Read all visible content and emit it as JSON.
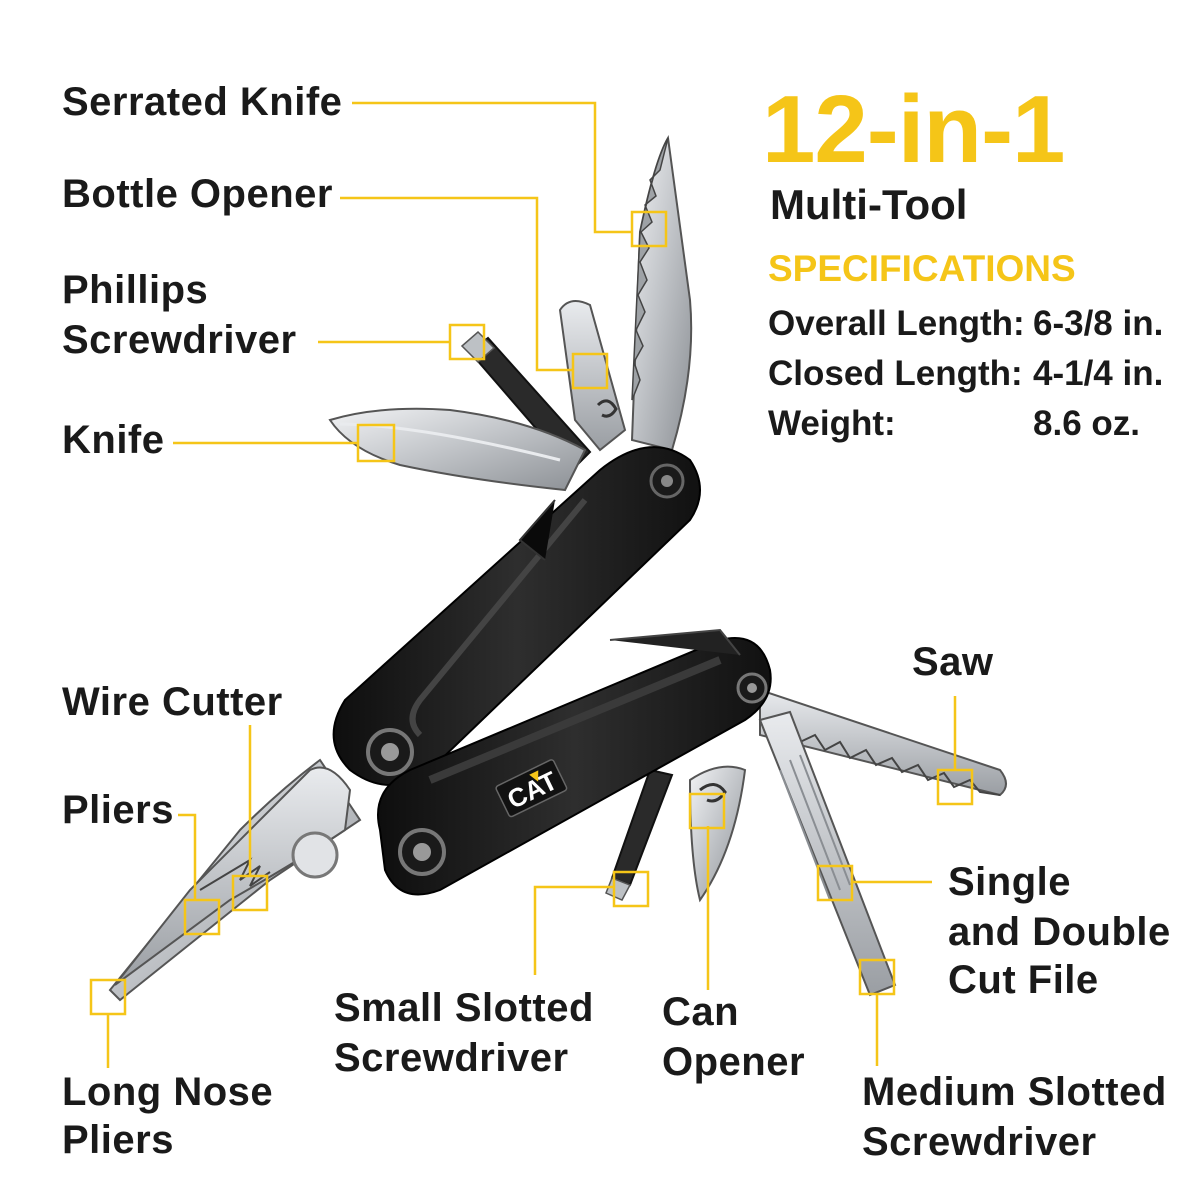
{
  "headline": {
    "title": "12-in-1",
    "subtitle": "Multi-Tool"
  },
  "specs": {
    "heading": "SPECIFICATIONS",
    "rows": [
      {
        "label": "Overall Length:",
        "value": "6-3/8 in."
      },
      {
        "label": "Closed Length:",
        "value": "4-1/4 in."
      },
      {
        "label": "Weight:",
        "value": "8.6 oz."
      }
    ]
  },
  "callouts": {
    "serrated_knife": "Serrated Knife",
    "bottle_opener": "Bottle Opener",
    "phillips_1": "Phillips",
    "phillips_2": "Screwdriver",
    "knife": "Knife",
    "wire_cutter": "Wire Cutter",
    "pliers": "Pliers",
    "long_nose_1": "Long Nose",
    "long_nose_2": "Pliers",
    "small_slotted_1": "Small Slotted",
    "small_slotted_2": "Screwdriver",
    "can_opener_1": "Can",
    "can_opener_2": "Opener",
    "saw": "Saw",
    "file_1": "Single",
    "file_2": "and Double",
    "file_3": "Cut File",
    "medium_slotted_1": "Medium Slotted",
    "medium_slotted_2": "Screwdriver"
  },
  "brand_logo": "CAT",
  "colors": {
    "accent": "#f5c518",
    "text": "#1a1a1a",
    "handle": "#1c1c1c",
    "steel": "#c9ccd0",
    "background": "#ffffff"
  }
}
